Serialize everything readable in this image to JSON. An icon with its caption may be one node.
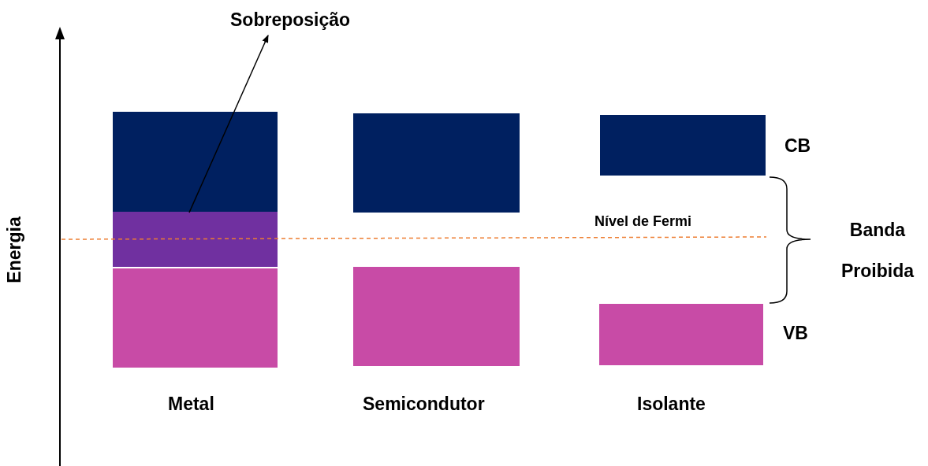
{
  "diagram": {
    "nodes": [
      {
        "text": [
          "Sobreposição"
        ]
      },
      {
        "text": [],
        "shape": "bar"
      },
      {
        "text": [],
        "shape": "bar"
      },
      {
        "text": [],
        "shape": "bar"
      },
      {
        "text": [],
        "shape": "bar"
      },
      {
        "text": [],
        "shape": "bar"
      },
      {
        "text": [],
        "shape": "bar"
      },
      {
        "text": [],
        "shape": "bar"
      }
    ],
    "edges": [
      {
        "from": 2,
        "to": 0,
        "arrow": "to"
      }
    ],
    "labels": [
      "CB",
      "Nível de Fermi",
      "Banda Proibida",
      "Energia",
      "VB",
      "Metal",
      "Semicondutor",
      "Isolante"
    ]
  }
}
